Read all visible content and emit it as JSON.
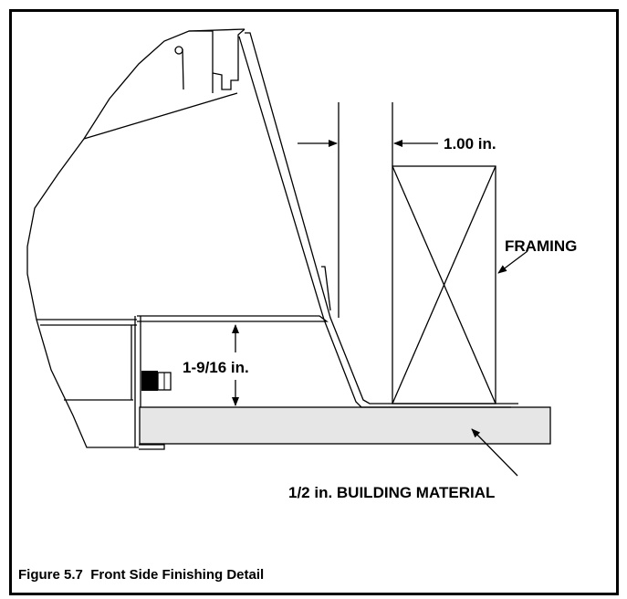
{
  "figure": {
    "caption": "Figure 5.7  Front Side Finishing Detail"
  },
  "labels": {
    "clearance": "1.00 in.",
    "framing": "FRAMING",
    "gap": "1-9/16 in.",
    "building_material": "1/2 in. BUILDING MATERIAL"
  },
  "colors": {
    "line": "#000000",
    "building_material_fill": "#e6e6e6",
    "background": "#ffffff"
  }
}
